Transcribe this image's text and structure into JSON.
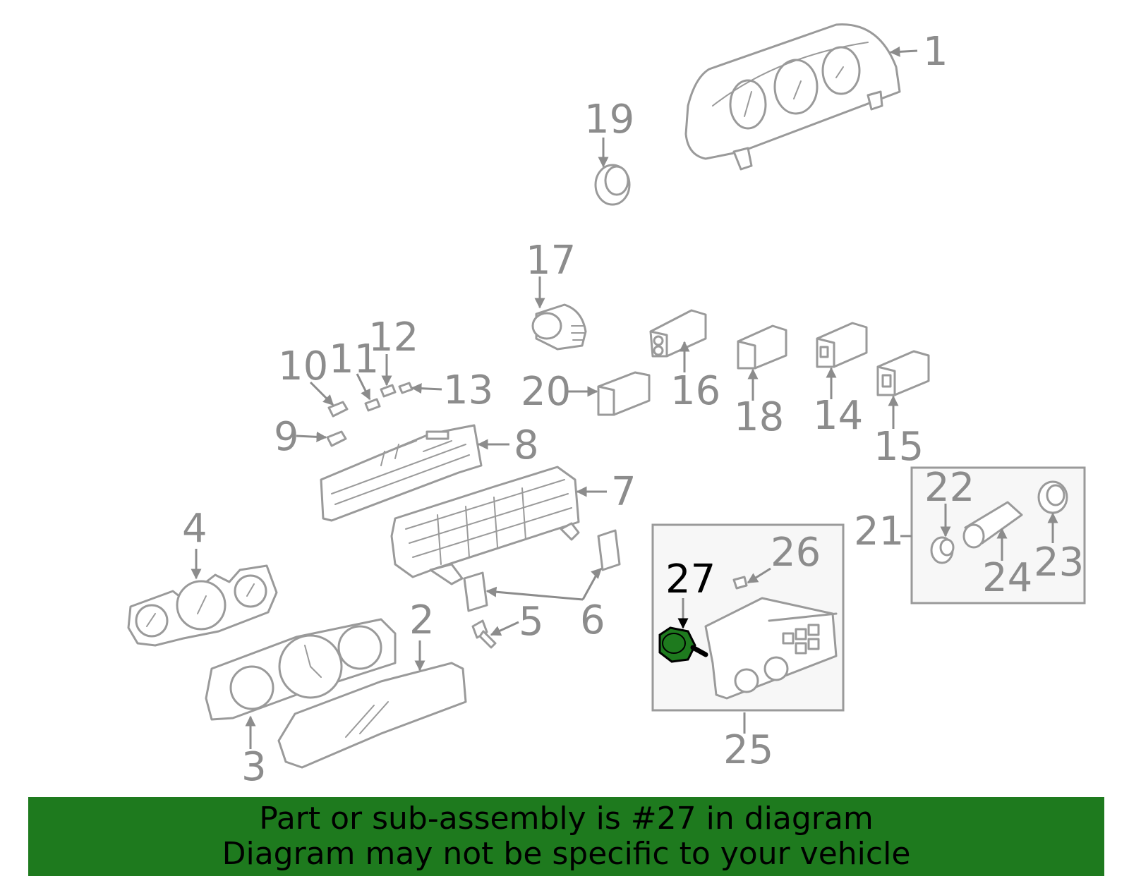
{
  "highlight_color": "#1e7a1e",
  "highlighted_part": "27",
  "callouts": {
    "c1": "1",
    "c2": "2",
    "c3": "3",
    "c4": "4",
    "c5": "5",
    "c6": "6",
    "c7": "7",
    "c8": "8",
    "c9": "9",
    "c10": "10",
    "c11": "11",
    "c12": "12",
    "c13": "13",
    "c14": "14",
    "c15": "15",
    "c16": "16",
    "c17": "17",
    "c18": "18",
    "c19": "19",
    "c20": "20",
    "c21": "21",
    "c22": "22",
    "c23": "23",
    "c24": "24",
    "c25": "25",
    "c26": "26",
    "c27": "27"
  },
  "banner": {
    "line1": "Part or sub-assembly is #27 in diagram",
    "line2": "Diagram may not be specific to your vehicle"
  }
}
